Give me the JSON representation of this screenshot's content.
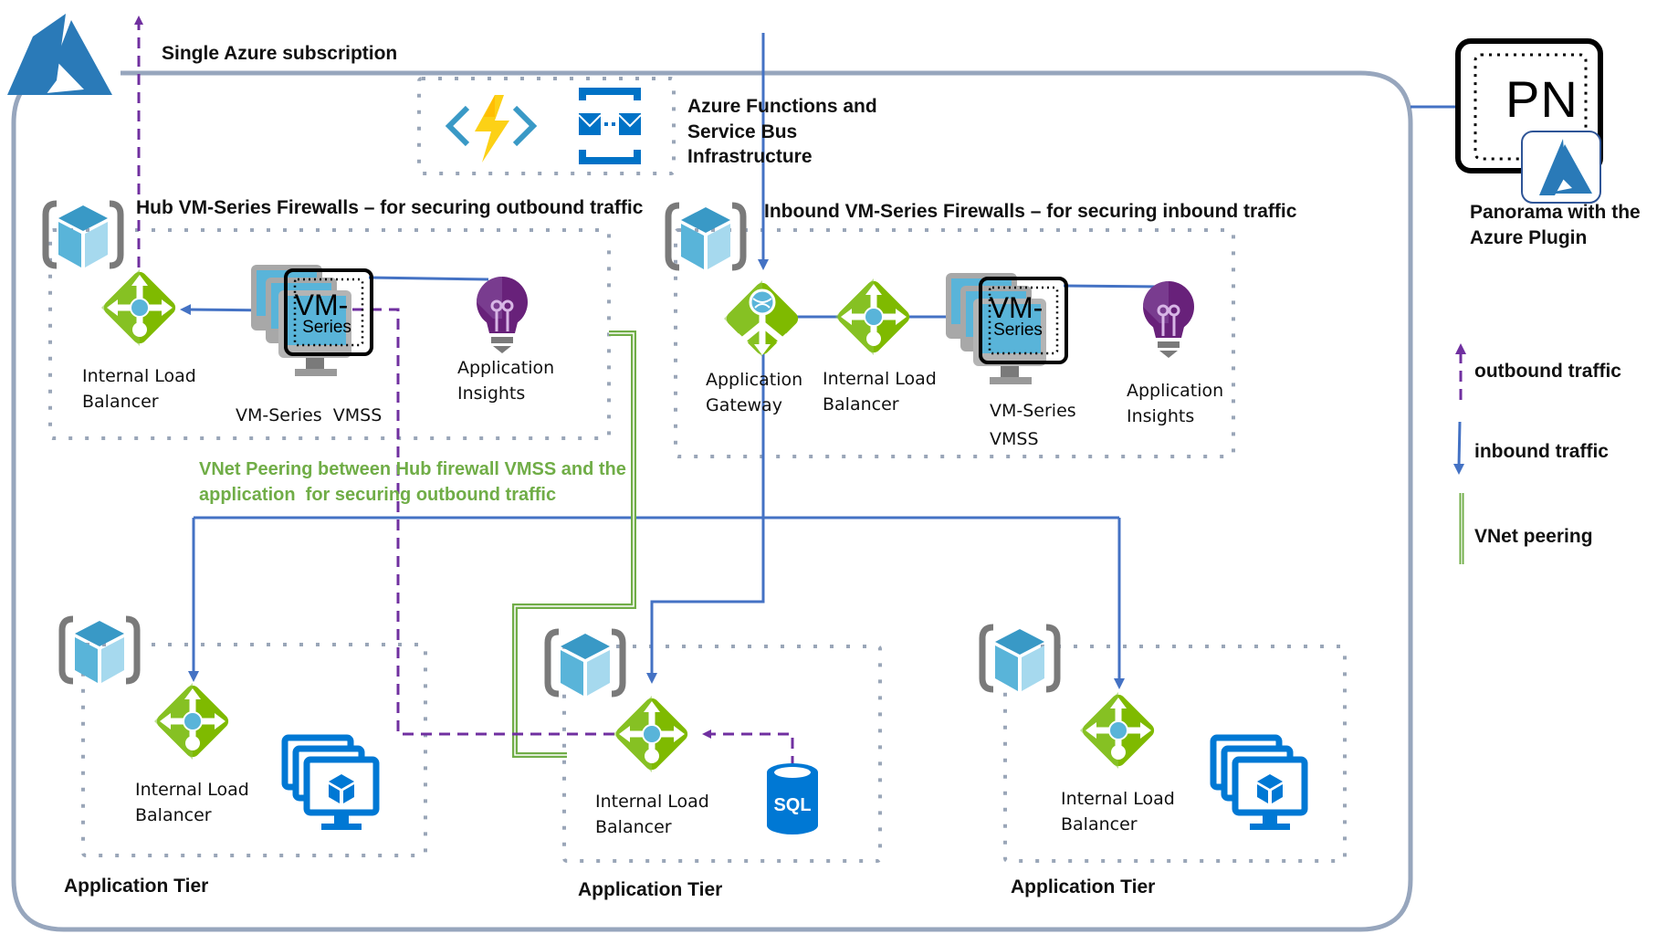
{
  "title": "Single Azure subscription",
  "functions_group": {
    "label_lines": [
      "Azure Functions and",
      "Service Bus",
      "Infrastructure"
    ],
    "icons": [
      "azure-functions-icon",
      "service-bus-icon"
    ]
  },
  "hub_group": {
    "title": "Hub VM-Series Firewalls – for securing outbound traffic",
    "load_balancer": {
      "line1": "Internal Load",
      "line2": "Balancer"
    },
    "vmss": {
      "label": "VM-Series  VMSS",
      "badge_line1": "VM-",
      "badge_line2": "Series"
    },
    "insights": {
      "line1": "Application",
      "line2": "Insights"
    }
  },
  "inbound_group": {
    "title": "Inbound VM-Series Firewalls – for securing inbound traffic",
    "gateway": {
      "line1": "Application",
      "line2": "Gateway"
    },
    "load_balancer": {
      "line1": "Internal Load",
      "line2": "Balancer"
    },
    "vmss": {
      "line1": "VM-Series",
      "line2": "VMSS",
      "badge_line1": "VM-",
      "badge_line2": "Series"
    },
    "insights": {
      "line1": "Application",
      "line2": "Insights"
    }
  },
  "peering_note": {
    "line1": "VNet Peering between Hub firewall VMSS and the",
    "line2": "application  for securing outbound traffic"
  },
  "app_tiers": [
    {
      "title": "Application Tier",
      "lb_line1": "Internal Load",
      "lb_line2": "Balancer",
      "workload": "vm-scale-set-icon"
    },
    {
      "title": "Application Tier",
      "lb_line1": "Internal Load",
      "lb_line2": "Balancer",
      "workload": "sql-database-icon",
      "sql_text": "SQL"
    },
    {
      "title": "Application Tier",
      "lb_line1": "Internal Load",
      "lb_line2": "Balancer",
      "workload": "vm-scale-set-icon"
    }
  ],
  "panorama": {
    "badge": "PN",
    "line1": "Panorama with the",
    "line2": "Azure Plugin"
  },
  "legend": {
    "items": [
      {
        "label": "outbound traffic",
        "style": "dashed-arrow-up",
        "color": "#7030a0"
      },
      {
        "label": "inbound traffic",
        "style": "solid-arrow-down",
        "color": "#4472c4"
      },
      {
        "label": "VNet peering",
        "style": "double-line",
        "color": "#70ad47"
      }
    ]
  },
  "colors": {
    "outbound": "#7030a0",
    "inbound": "#4472c4",
    "peering": "#70ad47",
    "subscription_border": "#97a6bd",
    "group_border": "#9aa6b8",
    "azure_blue": "#2a7ab8",
    "lb_green": "#7fba00",
    "insights_purple": "#68217a"
  }
}
